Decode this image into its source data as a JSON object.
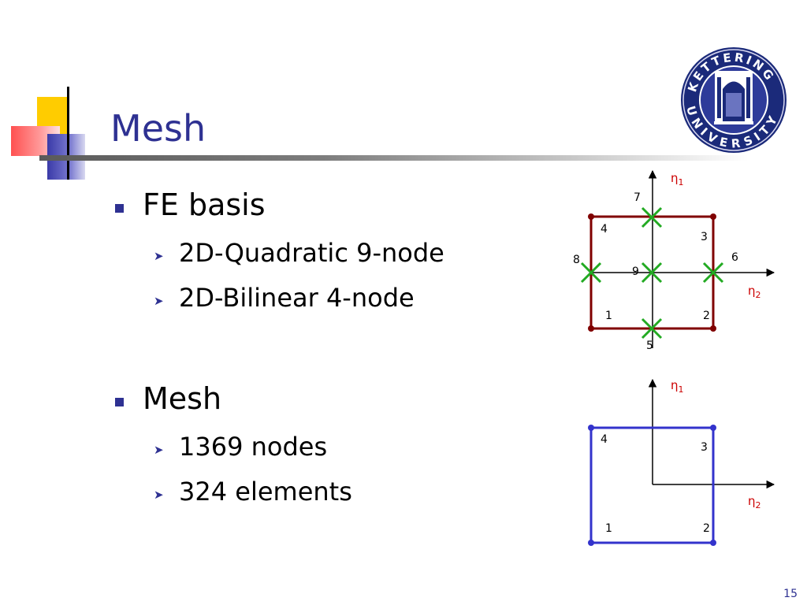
{
  "slide": {
    "title": "Mesh",
    "page_number": "15",
    "logo_text": "KETTERING UNIVERSITY",
    "colors": {
      "title": "#2e3192",
      "bullet": "#2e3192",
      "quad9_outline": "#800000",
      "bilinear_outline": "#3333cc",
      "x_mark": "#22aa22",
      "axis_label": "#cc0000"
    }
  },
  "bullets": [
    {
      "text": "FE basis",
      "children": [
        "2D-Quadratic 9-node",
        "2D-Bilinear 4-node"
      ]
    },
    {
      "text": "Mesh",
      "children": [
        "1369 nodes",
        "324 elements"
      ]
    }
  ],
  "diagram_top": {
    "axis_vertical": "η",
    "axis_vertical_sub": "1",
    "axis_horizontal": "η",
    "axis_horizontal_sub": "2",
    "node_labels": [
      "1",
      "2",
      "3",
      "4",
      "5",
      "6",
      "7",
      "8",
      "9"
    ]
  },
  "diagram_bottom": {
    "axis_vertical": "η",
    "axis_vertical_sub": "1",
    "axis_horizontal": "η",
    "axis_horizontal_sub": "2",
    "node_labels": [
      "1",
      "2",
      "3",
      "4"
    ]
  }
}
